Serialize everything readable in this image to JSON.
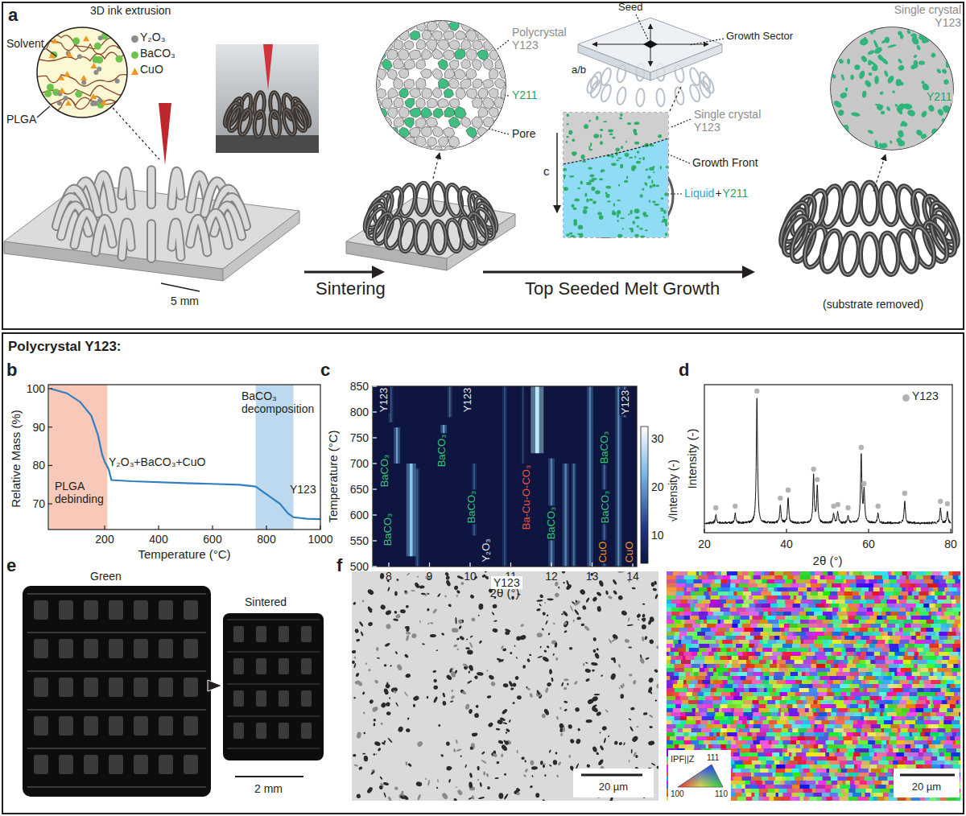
{
  "diagram": {
    "nodes": [
      {
        "text": [
          "a"
        ]
      },
      {
        "text": [
          "Polycrystal Y123:"
        ]
      }
    ],
    "labels": [
      "3D ink extrusion",
      "Solvent",
      "PLGA",
      "5 mm",
      "Sintering",
      "Polycrystal Y123",
      "Y211",
      "Pore",
      "Seed",
      "Growth Sector",
      "a/b",
      "c",
      "Single crystal Y123",
      "Growth Front",
      "Liquid",
      "+",
      "Y211",
      "Top Seeded Melt Growth",
      "Single crystal Y123",
      "Y211",
      "(substrate removed)",
      "b",
      "Relative Mass (%)",
      "100",
      "90",
      "80",
      "70",
      "200",
      "400",
      "600",
      "800",
      "1000",
      "Temperature (°C)",
      "PLGA debinding",
      "BaCO₃ decomposition",
      "Y₂O₃+BaCO₃+CuO",
      "Y123",
      "c",
      "Temperature (°C)",
      "850",
      "800",
      "750",
      "700",
      "650",
      "600",
      "550",
      "500",
      "8",
      "9",
      "10",
      "11",
      "12",
      "13",
      "14",
      "2θ (°)",
      "√Intensity (-)",
      "30",
      "20",
      "10",
      "Y123",
      "BaCO₃",
      "BaCO₃",
      "Y123",
      "BaCO₃",
      "BaCO₃",
      "Y₂O₃",
      "Ba-Cu-O-CO₃",
      "BaCO₃",
      "CuO",
      "CuO",
      "Y123",
      "BaCO₃",
      "BaCO₃",
      "d",
      "Intensity (-)",
      "20",
      "40",
      "60",
      "80",
      "2θ (°)",
      "e",
      "Green",
      "Sintered",
      "2 mm",
      "f",
      "Y123",
      "20 µm",
      "IPF||Z",
      "111",
      "100",
      "110",
      "20 µm"
    ],
    "legend": [
      {
        "text": "Y₂O₃",
        "color": "#8c8c8c"
      },
      {
        "text": "BaCO₃",
        "color": "#6cc24a"
      },
      {
        "text": "CuO",
        "color": "#f7941d"
      },
      {
        "text": "Y123",
        "color": "#b3b3b3"
      }
    ]
  }
}
